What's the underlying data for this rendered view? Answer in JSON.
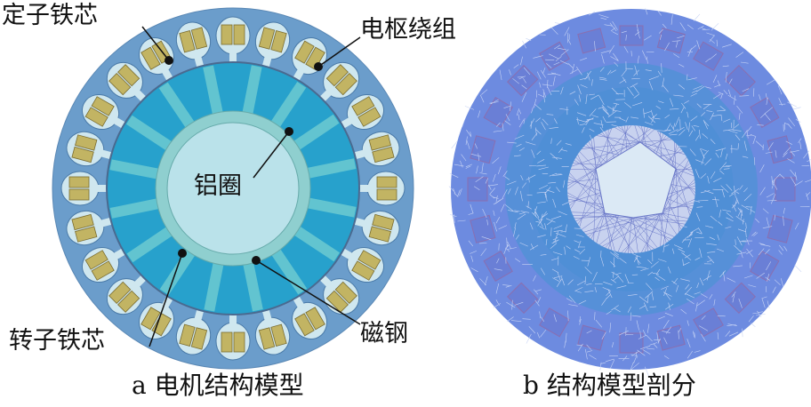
{
  "labels": {
    "stator_core": "定子铁芯",
    "armature_winding": "电枢绕组",
    "aluminum_ring": "铝圈",
    "rotor_core": "转子铁芯",
    "magnet_steel": "磁钢"
  },
  "captions": {
    "a": "a 电机结构模型",
    "b": "b 结构模型剖分"
  },
  "colors": {
    "stator": "#6b9dcb",
    "rotor": "#27a1cc",
    "magnet": "#62c4d0",
    "ring": "#8fcfcf",
    "inner": "#bae2ea",
    "slot": "#cfe7ef",
    "coil": "#c2b463",
    "mesh": "#4f6fd0"
  }
}
